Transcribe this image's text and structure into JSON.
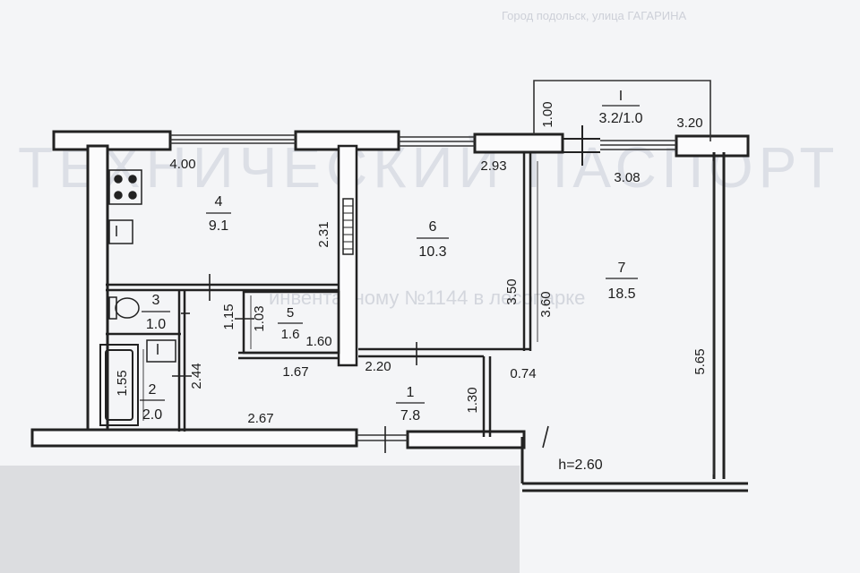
{
  "rooms": [
    {
      "number": "4",
      "area": "9.1"
    },
    {
      "number": "6",
      "area": "10.3"
    },
    {
      "number": "7",
      "area": "18.5"
    },
    {
      "number": "3",
      "area": "1.0"
    },
    {
      "number": "5",
      "area": "1.6"
    },
    {
      "number": "2",
      "area": "2.0"
    },
    {
      "number": "1",
      "area": "7.8"
    }
  ],
  "balcony": {
    "number": "I",
    "area": "3.2/1.0"
  },
  "dimensions": {
    "d_4_00": "4.00",
    "d_2_93": "2.93",
    "d_3_08": "3.08",
    "d_1_00": "1.00",
    "d_3_20": "3.20",
    "d_2_31": "2.31",
    "d_3_50": "3.50",
    "d_3_60": "3.60",
    "d_5_65": "5.65",
    "d_1_15": "1.15",
    "d_1_03": "1.03",
    "d_1_60": "1.60",
    "d_1_67": "1.67",
    "d_2_20": "2.20",
    "d_0_74": "0.74",
    "d_1_30": "1.30",
    "d_1_55": "1.55",
    "d_2_44": "2.44",
    "d_2_67": "2.67"
  },
  "ceiling_height": "h=2.60",
  "background_text": {
    "big_heading": "ТЕХНИЧЕСКИЙ ПАСПОРТ",
    "mid_line": "инвентарному №1144 в лесопарке",
    "top_line": "Город подольск, улица ГАГАРИНА"
  },
  "colors": {
    "wall": "#222222",
    "paper": "#f4f5f7",
    "faint": "#c9cdd6"
  }
}
